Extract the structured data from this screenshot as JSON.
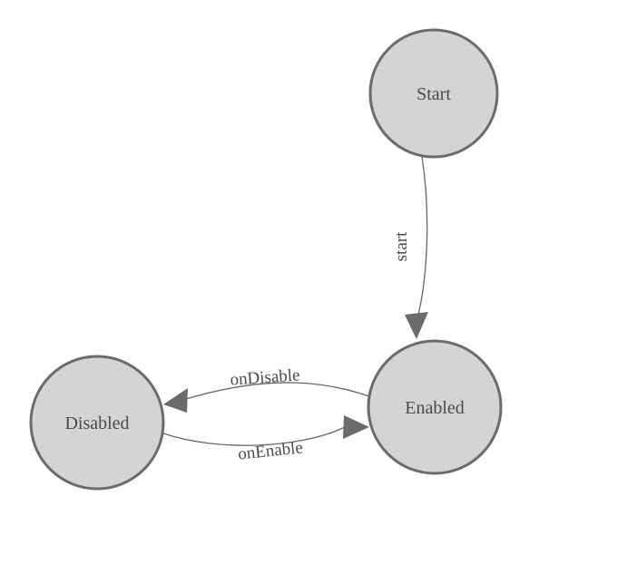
{
  "diagram": {
    "type": "state-machine",
    "nodes": [
      {
        "id": "start",
        "label": "Start"
      },
      {
        "id": "enabled",
        "label": "Enabled"
      },
      {
        "id": "disabled",
        "label": "Disabled"
      }
    ],
    "edges": [
      {
        "from": "Start",
        "to": "Enabled",
        "label": "start"
      },
      {
        "from": "Enabled",
        "to": "Disabled",
        "label": "onDisable"
      },
      {
        "from": "Disabled",
        "to": "Enabled",
        "label": "onEnable"
      }
    ],
    "colors": {
      "node_fill": "#d4d4d4",
      "node_border": "#6b6b6b",
      "edge_line": "#666666",
      "arrowhead": "#6b6b6b",
      "text": "#4a4a4a",
      "background": "#ffffff"
    }
  }
}
